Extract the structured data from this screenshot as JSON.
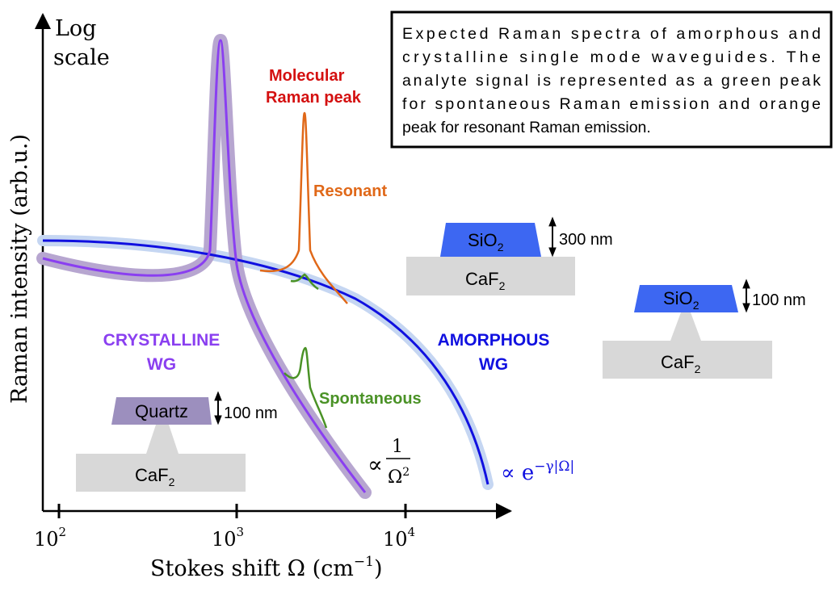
{
  "colors": {
    "crystalline": "#8a3ff0",
    "crystalline_halo": "#b7a6d0",
    "amorphous": "#1010e0",
    "amorphous_halo": "#c5d6f2",
    "resonant": "#e06818",
    "spontaneous": "#4a9226",
    "molecular": "#d41010",
    "sio2": "#3d67f2",
    "quartz": "#9c8fbe",
    "caf2": "#d8d8d8",
    "axis": "#000000"
  },
  "axes": {
    "y_label": "Raman intensity (arb.u.)",
    "y_scale_line1": "Log",
    "y_scale_line2": "scale",
    "x_label": "Stokes shift Ω (cm",
    "x_label_sup": "−1",
    "x_label_close": ")",
    "x_ticks": [
      {
        "base": "10",
        "exp": "2"
      },
      {
        "base": "10",
        "exp": "3"
      },
      {
        "base": "10",
        "exp": "4"
      }
    ]
  },
  "caption": {
    "lines": [
      "Expected Raman spectra of amorphous and",
      "crystalline single mode waveguides. The",
      "analyte signal is represented as a green peak",
      "for spontaneous Raman emission and orange",
      "peak for resonant Raman emission."
    ]
  },
  "labels": {
    "molecular_line1": "Molecular",
    "molecular_line2": "Raman peak",
    "resonant": "Resonant",
    "spontaneous": "Spontaneous",
    "crystalline_line1": "CRYSTALLINE",
    "crystalline_line2": "WG",
    "amorphous_line1": "AMORPHOUS",
    "amorphous_line2": "WG",
    "inv_square_prop": "∝",
    "inv_square_num": "1",
    "inv_square_den": "Ω",
    "inv_square_den_exp": "2",
    "exp_decay": "∝ e",
    "exp_decay_sup": "−γ|Ω|"
  },
  "waveguides": {
    "sio2_300": {
      "core": "SiO",
      "core_sub": "2",
      "substrate": "CaF",
      "substrate_sub": "2",
      "thickness": "300 nm"
    },
    "sio2_100": {
      "core": "SiO",
      "core_sub": "2",
      "substrate": "CaF",
      "substrate_sub": "2",
      "thickness": "100 nm"
    },
    "quartz_100": {
      "core": "Quartz",
      "substrate": "CaF",
      "substrate_sub": "2",
      "thickness": "100 nm"
    }
  }
}
